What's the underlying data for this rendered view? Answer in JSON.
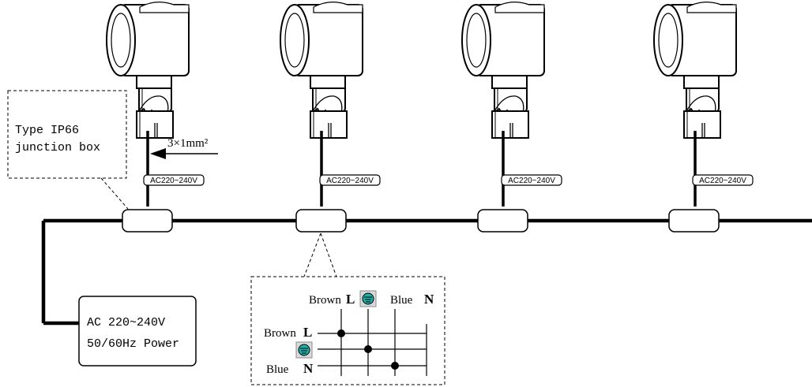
{
  "labels": {
    "junction_box": [
      "Type IP66",
      "junction box"
    ],
    "cable_spec": "3×1mm²",
    "voltage_tag": "AC220~240V",
    "power_supply": [
      "AC 220~240V",
      "50/60Hz Power"
    ]
  },
  "wiring_detail": {
    "top_brown": "Brown",
    "top_L": "L",
    "top_blue": "Blue",
    "top_N": "N",
    "left_brown": "Brown",
    "left_L": "L",
    "left_blue": "Blue",
    "left_N": "N",
    "ground_symbol": "⏚"
  },
  "colors": {
    "line": "#000000",
    "ground_fill": "#20b2aa",
    "ground_border": "#8c8c8c",
    "background": "#ffffff"
  },
  "fixtures": [
    {
      "tag": "AC220~240V"
    },
    {
      "tag": "AC220~240V"
    },
    {
      "tag": "AC220~240V"
    },
    {
      "tag": "AC220~240V"
    }
  ]
}
